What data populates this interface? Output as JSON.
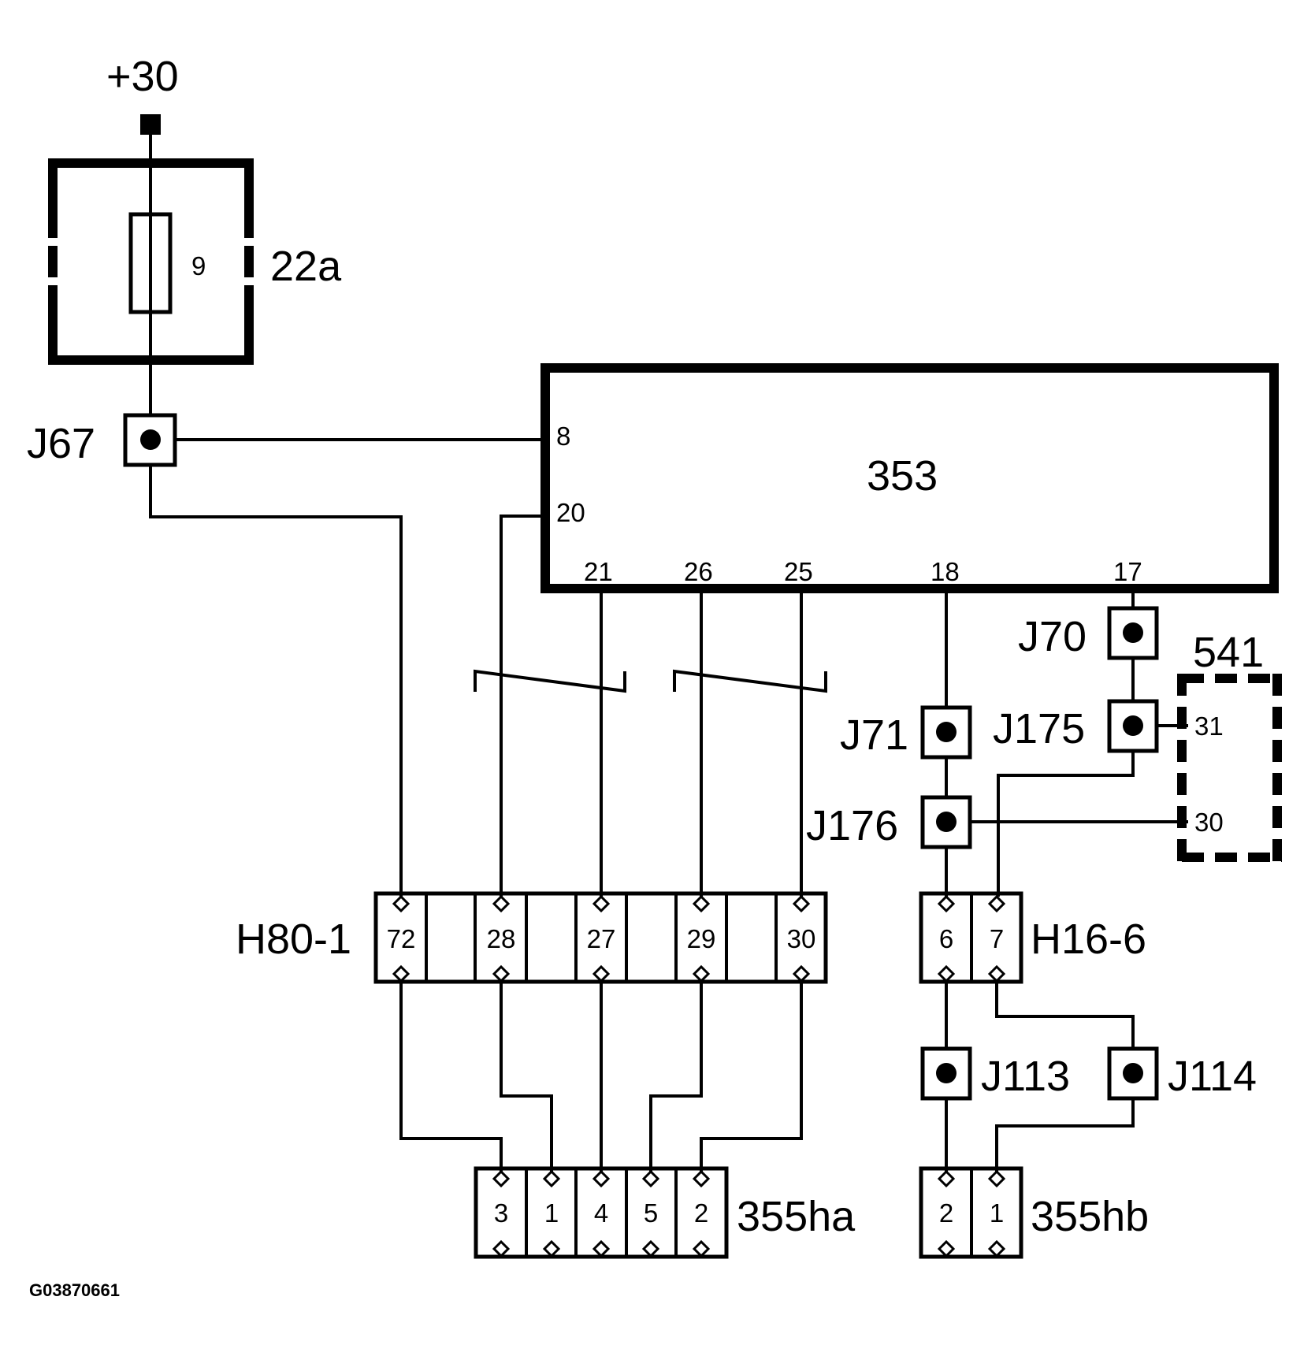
{
  "supply": {
    "label": "+30"
  },
  "fuse_box": {
    "label": "22a",
    "fuse_number": "9"
  },
  "control_unit": {
    "label": "353",
    "pins": {
      "p8": "8",
      "p20": "20",
      "p21": "21",
      "p26": "26",
      "p25": "25",
      "p18": "18",
      "p17": "17"
    }
  },
  "junctions": {
    "j67": "J67",
    "j70": "J70",
    "j71": "J71",
    "j175": "J175",
    "j176": "J176",
    "j113": "J113",
    "j114": "J114"
  },
  "component_541": {
    "label": "541",
    "pins": {
      "p31": "31",
      "p30": "30"
    }
  },
  "connector_h80": {
    "label": "H80-1",
    "pins": [
      "72",
      "28",
      "27",
      "29",
      "30"
    ]
  },
  "connector_h16": {
    "label": "H16-6",
    "pins": [
      "6",
      "7"
    ]
  },
  "connector_355ha": {
    "label": "355ha",
    "pins": [
      "3",
      "1",
      "4",
      "5",
      "2"
    ]
  },
  "connector_355hb": {
    "label": "355hb",
    "pins": [
      "2",
      "1"
    ]
  },
  "figure_id": "G03870661"
}
